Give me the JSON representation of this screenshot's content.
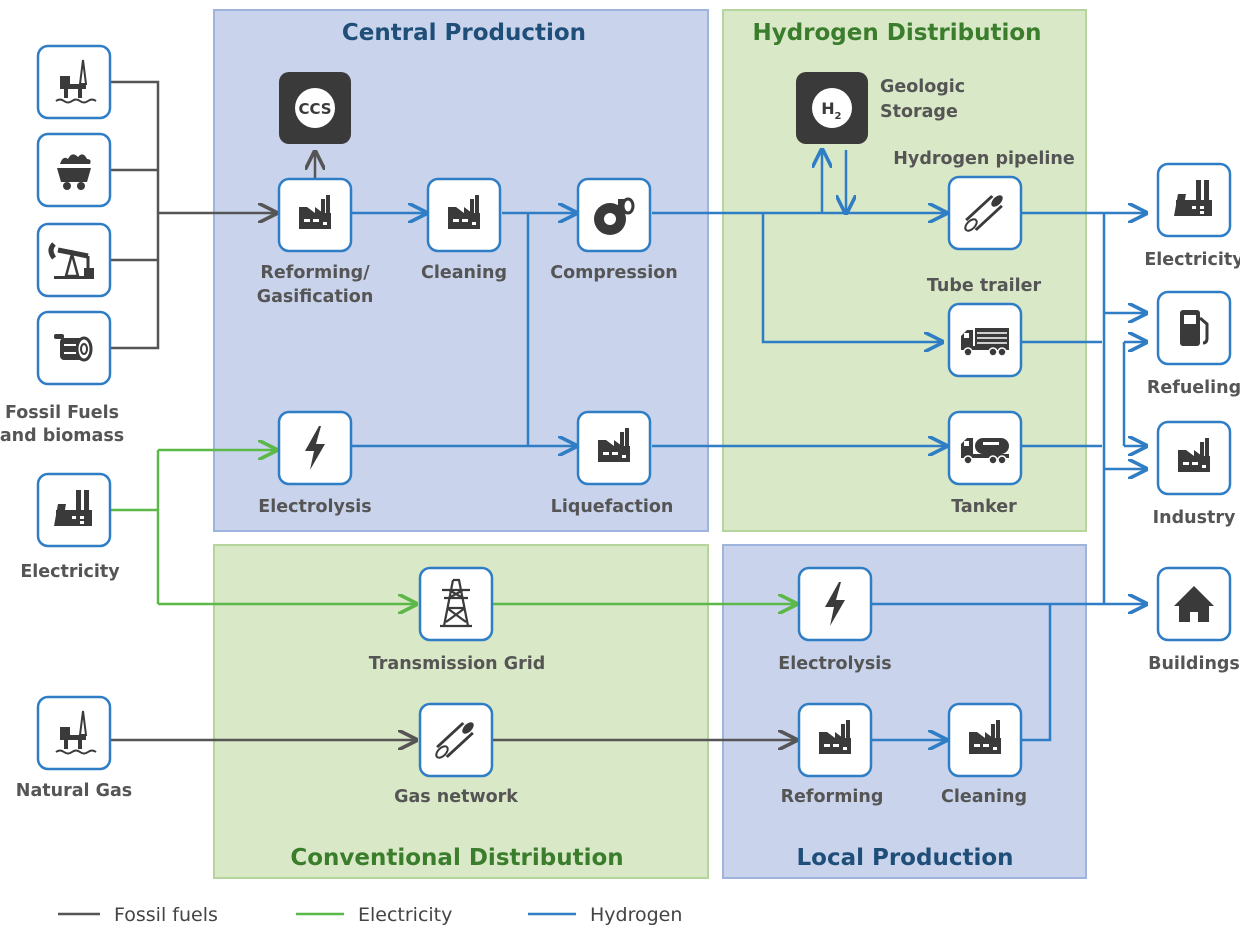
{
  "sections": {
    "central_production": "Central Production",
    "hydrogen_distribution": "Hydrogen Distribution",
    "conventional_distribution": "Conventional Distribution",
    "local_production": "Local Production"
  },
  "sources": {
    "fossil_fuels_line1": "Fossil Fuels",
    "fossil_fuels_line2": "and biomass",
    "electricity": "Electricity",
    "natural_gas": "Natural Gas"
  },
  "central": {
    "ccs": "CCS",
    "reforming_line1": "Reforming/",
    "reforming_line2": "Gasification",
    "cleaning": "Cleaning",
    "compression": "Compression",
    "electrolysis": "Electrolysis",
    "liquefaction": "Liquefaction"
  },
  "distribution": {
    "h2_symbol": "H",
    "h2_subscript": "2",
    "geologic_storage_line1": "Geologic",
    "geologic_storage_line2": "Storage",
    "hydrogen_pipeline": "Hydrogen pipeline",
    "tube_trailer": "Tube trailer",
    "tanker": "Tanker"
  },
  "conventional": {
    "transmission_grid": "Transmission Grid",
    "gas_network": "Gas network"
  },
  "local": {
    "electrolysis": "Electrolysis",
    "reforming": "Reforming",
    "cleaning": "Cleaning"
  },
  "end_uses": {
    "electricity": "Electricity",
    "refueling": "Refueling",
    "industry": "Industry",
    "buildings": "Buildings"
  },
  "legend": {
    "fossil_fuels": "Fossil fuels",
    "electricity": "Electricity",
    "hydrogen": "Hydrogen"
  },
  "colors": {
    "fossil": "#555555",
    "electricity": "#5cb848",
    "hydrogen": "#2e7dc5",
    "blue_panel_fill": "#c9d4ec",
    "blue_panel_border": "#9fb4dc",
    "green_panel_fill": "#d9e8c6",
    "green_panel_border": "#b6d59c",
    "blue_title": "#1f4e79",
    "green_title": "#3a7d2c",
    "icon_border": "#2e7dc5",
    "icon_glyph": "#3a3a3a"
  }
}
